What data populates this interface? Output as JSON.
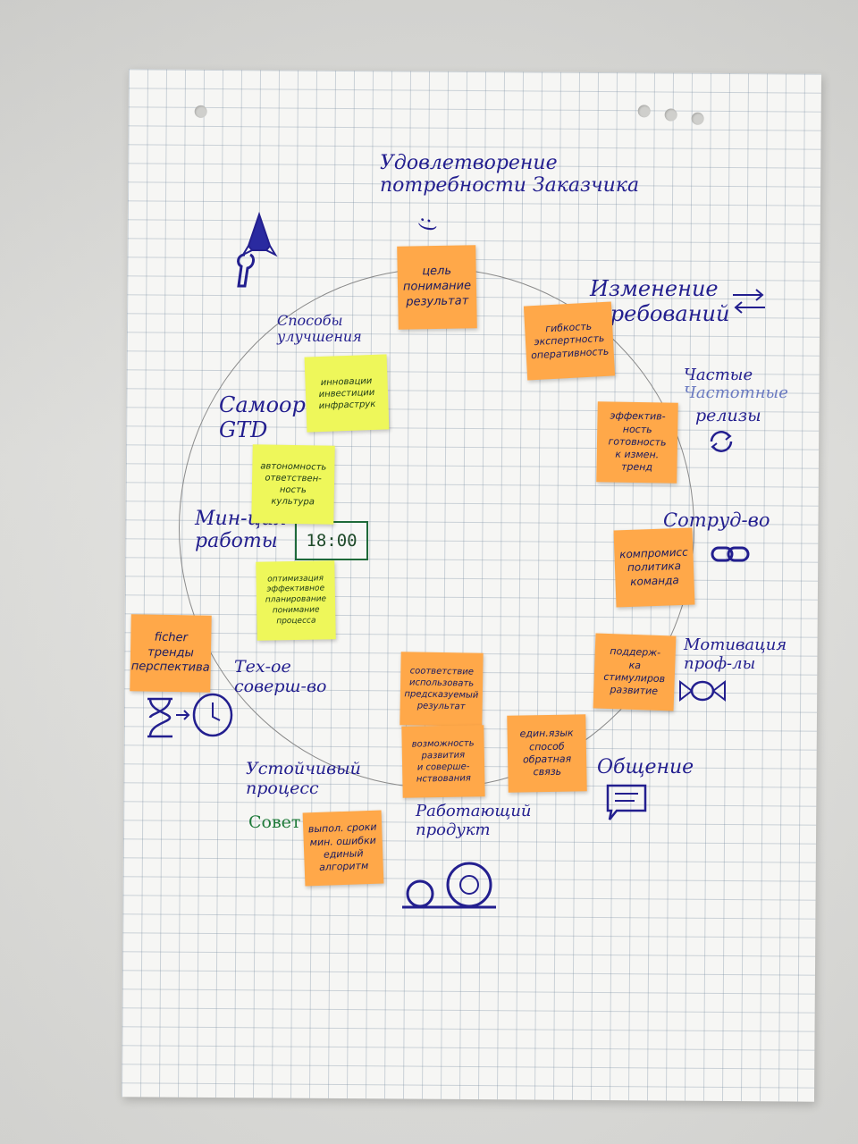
{
  "sheet": {
    "top_title": "Удовлетворение\nпотребности Заказчика",
    "smiley": ":)"
  },
  "labels": {
    "sposoby": "Способы\nулучшения",
    "samoorg": "Самоорг\nGTD",
    "min_raboty": "Мин-ция\nработы",
    "teh_sovershenstvo": "Тех-ое\nсоверш-во",
    "ustoichivyi": "Устойчивый\nпроцесс",
    "sovet": "Совет",
    "rabotayushchiy": "Работающий\nпродукт",
    "obshchenie": "Общение",
    "motivaciya": "Мотивация\nпроф-лы",
    "sotrud": "Сотруд-во",
    "chastye": "Частые",
    "chastotnye": "Частотные",
    "relizy": "релизы",
    "izmenenie": "Изменение\nтребований"
  },
  "clock": {
    "time": "18:00"
  },
  "notes": {
    "cel": "цель\nпонимание\nрезультат",
    "gibkost": "гибкость\nэкспертность\nоперативность",
    "effektivnost": "эффектив-\nность\nготовность\nк измен.\nтренд",
    "kompromiss": "компромисс\nполитика\nкоманда",
    "podderzhka": "поддерж-\nка\nстимулиров\nразвитие",
    "edin": "един.язык\nспособ\nобратная\nсвязь",
    "sootvetstvie": "соответствие\nиспользовать\nпредсказуемый\nрезультат",
    "vozmozhnost": "возможность\nразвития\nи соверше-\nнствования",
    "vypoln": "выпол. сроки\nмин. ошибки\nединый\nалгоритм",
    "fichi": "ficher\nтренды\nперспектива",
    "optimizaciya": "оптимизация\nэффективное\nпланирование\nпонимание\nпроцесса",
    "avtonomnost": "автономность\nответствен-\nность\nкультура",
    "innovacii": "инновации\nинвестиции\nинфраструк"
  },
  "icons": [
    "rocket-icon",
    "wrench-icon",
    "arrows-icon",
    "cycle-icon",
    "link-icon",
    "hourglass-icon",
    "clock-face-icon",
    "chat-bubble-icon",
    "candy-icon",
    "gears-icon"
  ],
  "colors": {
    "ink": "#231f8f",
    "orange_note": "#ffa849",
    "yellow_note": "#eef75a",
    "green_ink": "#1f7a3a"
  }
}
